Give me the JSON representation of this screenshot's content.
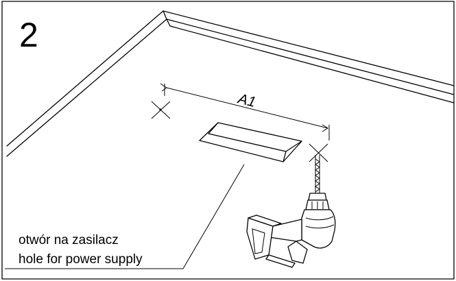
{
  "step_number": "2",
  "dimension_label": "A1",
  "caption": {
    "line1": "otwór na zasilacz",
    "line2": "hole for power supply"
  },
  "icons": {
    "drill": "cordless-drill-icon",
    "marks": "cross-mark-icon"
  },
  "colors": {
    "line": "#000000",
    "background": "#ffffff"
  }
}
